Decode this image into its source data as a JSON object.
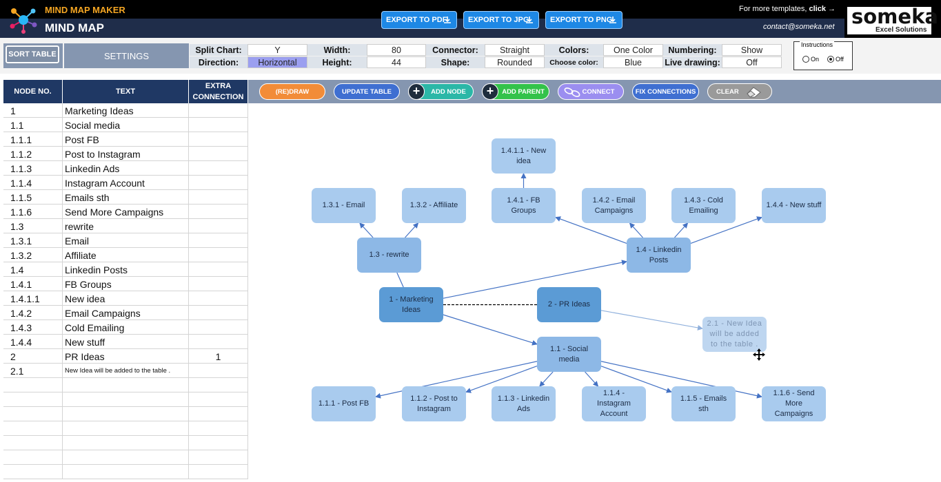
{
  "header": {
    "subtitle": "MIND MAP MAKER",
    "title": "MIND MAP",
    "export_pdf": "EXPORT TO PDF",
    "export_jpg": "EXPORT TO JPG",
    "export_png": "EXPORT TO PNG",
    "more_templates_prefix": "For more templates, ",
    "more_templates_click": "click →",
    "contact": "contact@someka.net",
    "brand_name": "someka",
    "brand_sub": "Excel Solutions"
  },
  "settings": {
    "sort_button": "SORT TABLE",
    "label": "SETTINGS",
    "split_chart_label": "Split Chart:",
    "split_chart_value": "Y",
    "direction_label": "Direction:",
    "direction_value": "Horizontal",
    "width_label": "Width:",
    "width_value": "80",
    "height_label": "Height:",
    "height_value": "44",
    "connector_label": "Connector:",
    "connector_value": "Straight",
    "shape_label": "Shape:",
    "shape_value": "Rounded",
    "colors_label": "Colors:",
    "colors_value": "One Color",
    "choose_color_label": "Choose color:",
    "choose_color_value": "Blue",
    "numbering_label": "Numbering:",
    "numbering_value": "Show",
    "live_drawing_label": "Live drawing:",
    "live_drawing_value": "Off",
    "instructions_title": "Instructions",
    "instructions_on": "On",
    "instructions_off": "Off",
    "instructions_selected": "Off"
  },
  "table": {
    "headers": [
      "NODE NO.",
      "TEXT",
      "EXTRA CONNECTION"
    ],
    "rows": [
      {
        "no": "1",
        "text": "Marketing Ideas",
        "extra": ""
      },
      {
        "no": "1.1",
        "text": "Social media",
        "extra": ""
      },
      {
        "no": "1.1.1",
        "text": "Post FB",
        "extra": ""
      },
      {
        "no": "1.1.2",
        "text": "Post to Instagram",
        "extra": ""
      },
      {
        "no": "1.1.3",
        "text": "Linkedin Ads",
        "extra": ""
      },
      {
        "no": "1.1.4",
        "text": "Instagram Account",
        "extra": ""
      },
      {
        "no": "1.1.5",
        "text": "Emails sth",
        "extra": ""
      },
      {
        "no": "1.1.6",
        "text": "Send More Campaigns",
        "extra": ""
      },
      {
        "no": "1.3",
        "text": "rewrite",
        "extra": ""
      },
      {
        "no": "1.3.1",
        "text": "Email",
        "extra": ""
      },
      {
        "no": "1.3.2",
        "text": "Affiliate",
        "extra": ""
      },
      {
        "no": "1.4",
        "text": "Linkedin Posts",
        "extra": ""
      },
      {
        "no": "1.4.1",
        "text": "FB Groups",
        "extra": ""
      },
      {
        "no": "1.4.1.1",
        "text": "New idea",
        "extra": ""
      },
      {
        "no": "1.4.2",
        "text": "Email Campaigns",
        "extra": ""
      },
      {
        "no": "1.4.3",
        "text": "Cold Emailing",
        "extra": ""
      },
      {
        "no": "1.4.4",
        "text": "New stuff",
        "extra": ""
      },
      {
        "no": "2",
        "text": "PR Ideas",
        "extra": "1"
      },
      {
        "no": "2.1",
        "text": "New Idea will be added to the table .",
        "extra": ""
      }
    ]
  },
  "toolbar": {
    "redraw": "(RE)DRAW",
    "update_table": "UPDATE TABLE",
    "add_node": "ADD NODE",
    "add_parent": "ADD PARENT",
    "connect": "CONNECT",
    "fix_connections": "FIX CONNECTIONS",
    "clear": "CLEAR"
  },
  "mindmap": {
    "nodes": {
      "n1": "1 - Marketing Ideas",
      "n2": "2 - PR Ideas",
      "n21": "2.1 - New Idea will be added to the table .",
      "n11": "1.1 - Social media",
      "n111": "1.1.1 - Post FB",
      "n112": "1.1.2 - Post to Instagram",
      "n113": "1.1.3 - Linkedin Ads",
      "n114": "1.1.4 - Instagram Account",
      "n115": "1.1.5 - Emails sth",
      "n116": "1.1.6 - Send More Campaigns",
      "n13": "1.3 - rewrite",
      "n131": "1.3.1 - Email",
      "n132": "1.3.2 - Affiliate",
      "n14": "1.4 - Linkedin Posts",
      "n141": "1.4.1 - FB Groups",
      "n1411": "1.4.1.1 - New idea",
      "n142": "1.4.2 - Email Campaigns",
      "n143": "1.4.3 - Cold Emailing",
      "n144": "1.4.4 - New stuff"
    }
  },
  "colors": {
    "header_bg": "#000000",
    "accent_orange": "#f5a623",
    "export_blue": "#1e88e5",
    "table_header": "#1f3864",
    "settings_gray": "#8596b0",
    "node_level1": "#5b9bd5",
    "node_level2": "#8db8e6",
    "node_level3": "#a9cbee",
    "connector": "#4472c4"
  }
}
